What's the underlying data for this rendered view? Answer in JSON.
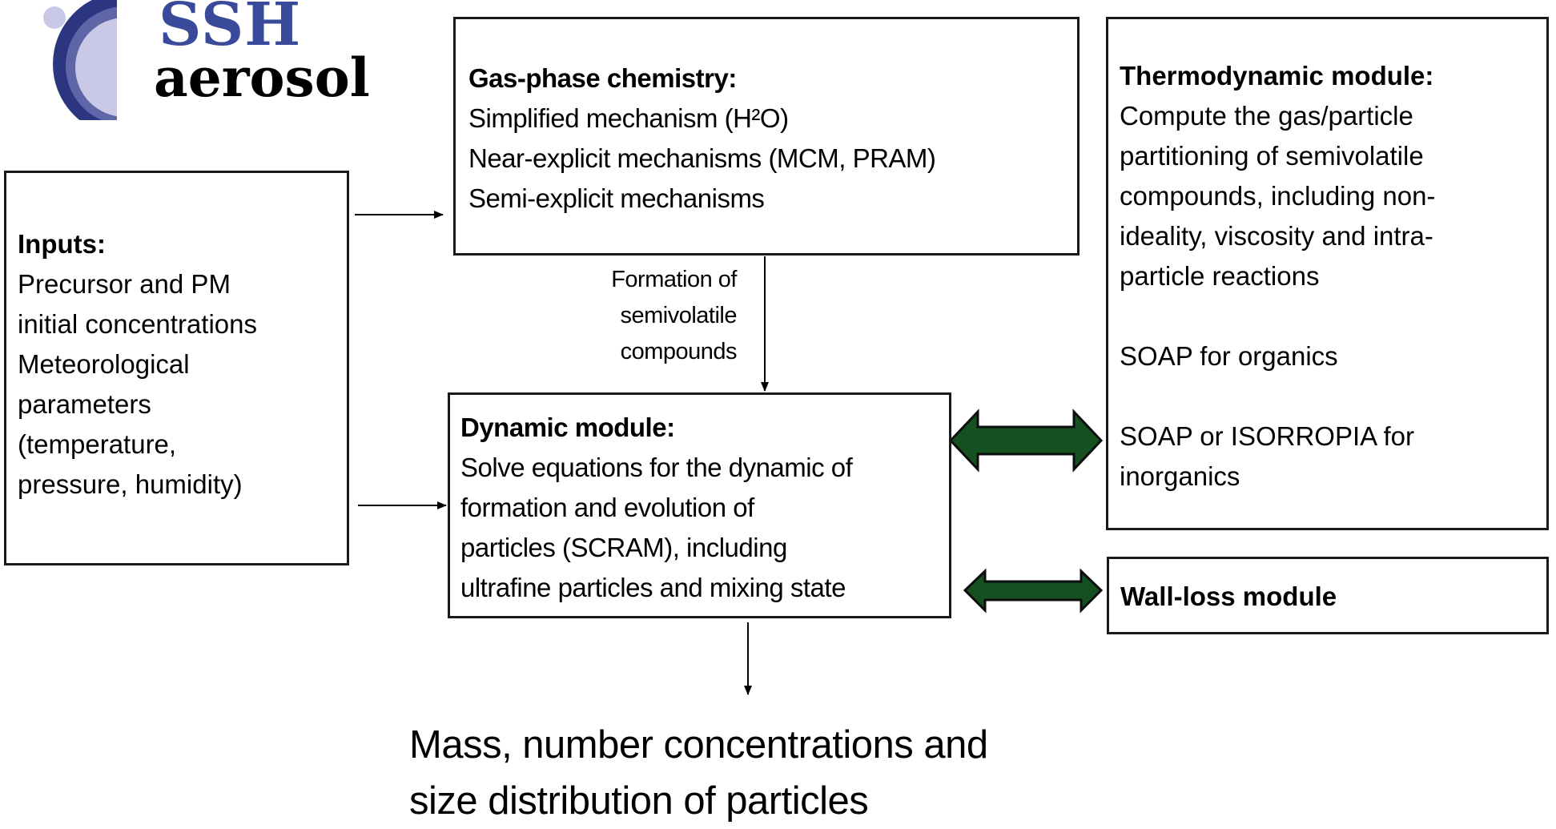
{
  "logo": {
    "line1": "SSH",
    "line2": "aerosol",
    "colors": {
      "dark_ring": "#2b3580",
      "mid_ring": "#5f66a8",
      "light_fill": "#c9c8e6",
      "text_blue": "#3a4a9a"
    }
  },
  "inputs": {
    "title": "Inputs:",
    "lines": [
      "Precursor and PM",
      "initial concentrations",
      "Meteorological",
      "parameters",
      "(temperature,",
      "pressure, humidity)"
    ]
  },
  "gas_phase": {
    "title": "Gas-phase chemistry:",
    "lines": [
      "Simplified mechanism (H²O)",
      "Near-explicit mechanisms (MCM, PRAM)",
      "Semi-explicit mechanisms"
    ]
  },
  "formation_label": {
    "lines": [
      "Formation of",
      "semivolatile",
      "compounds"
    ]
  },
  "dynamic": {
    "title": "Dynamic module:",
    "lines": [
      "Solve equations for the dynamic of",
      "formation and evolution of",
      "particles (SCRAM), including",
      "ultrafine particles and mixing state"
    ]
  },
  "thermodynamic": {
    "title": "Thermodynamic module:",
    "lines": [
      "Compute the gas/particle",
      "partitioning of semivolatile",
      "compounds, including non-",
      "ideality, viscosity and intra-",
      "particle reactions",
      "",
      "SOAP for organics",
      "",
      "SOAP or ISORROPIA for",
      "inorganics"
    ]
  },
  "wall_loss": {
    "title": "Wall-loss module"
  },
  "output": {
    "lines": [
      "Mass, number concentrations and",
      "size distribution of particles"
    ]
  },
  "colors": {
    "double_arrow_fill": "#145020",
    "double_arrow_stroke": "#0d0d0d",
    "box_border": "#1a1a1a"
  }
}
